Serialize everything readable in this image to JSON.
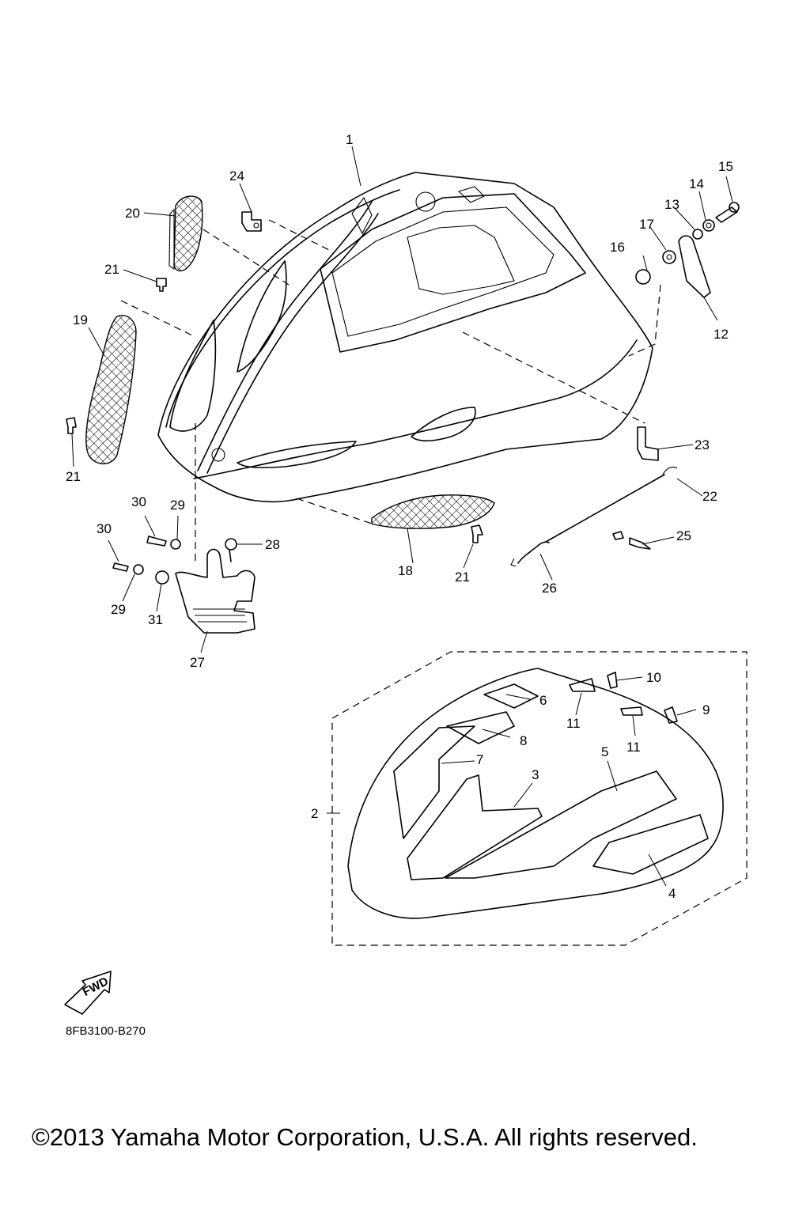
{
  "diagram": {
    "part_code": "8FB3100-B270",
    "fwd_label": "FWD",
    "copyright": "©2013 Yamaha Motor Corporation, U.S.A. All rights reserved.",
    "callouts": {
      "c1": "1",
      "c2": "2",
      "c3": "3",
      "c4": "4",
      "c5": "5",
      "c6": "6",
      "c7": "7",
      "c8": "8",
      "c9": "9",
      "c10": "10",
      "c11a": "11",
      "c11b": "11",
      "c12": "12",
      "c13": "13",
      "c14": "14",
      "c15": "15",
      "c16": "16",
      "c17": "17",
      "c18": "18",
      "c19": "19",
      "c20": "20",
      "c21a": "21",
      "c21b": "21",
      "c21c": "21",
      "c22": "22",
      "c23": "23",
      "c24": "24",
      "c25": "25",
      "c26": "26",
      "c27": "27",
      "c28": "28",
      "c29a": "29",
      "c29b": "29",
      "c30a": "30",
      "c30b": "30",
      "c31": "31"
    }
  }
}
